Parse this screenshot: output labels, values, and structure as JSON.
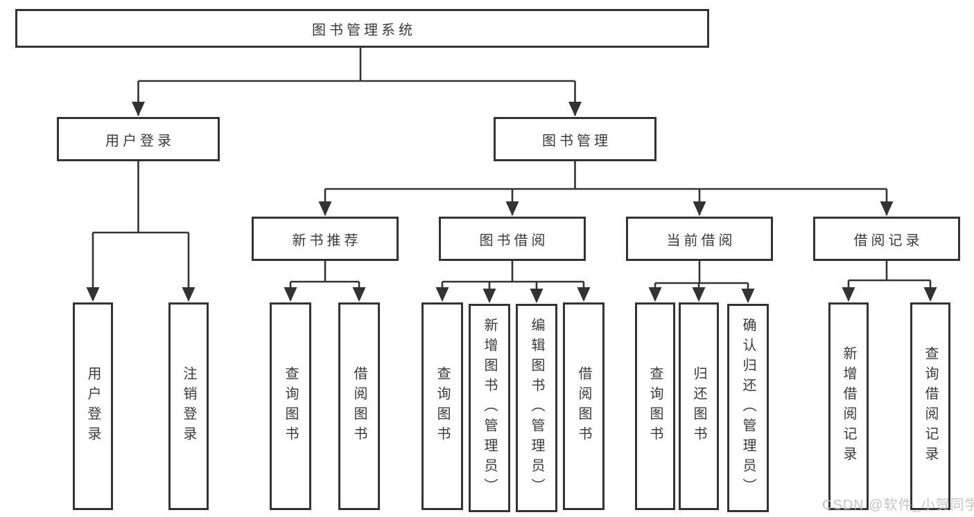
{
  "nodes": {
    "root": "图书管理系统",
    "user_login": "用户登录",
    "book_management": "图书管理",
    "new_book_recommend": "新书推荐",
    "book_borrow": "图书借阅",
    "current_borrow": "当前借阅",
    "borrow_record": "借阅记录",
    "leaves": {
      "user_login": [
        "用户登录",
        "注销登录"
      ],
      "new_book_recommend": [
        "查询图书",
        "借阅图书"
      ],
      "book_borrow": [
        "查询图书",
        "新增图书（管理员）",
        "编辑图书（管理员）",
        "借阅图书"
      ],
      "current_borrow": [
        "查询图书",
        "归还图书",
        "确认归还（管理员）"
      ],
      "borrow_record": [
        "新增借阅记录",
        "查询借阅记录"
      ]
    }
  },
  "watermark": "CSDN @软件_小贺同学",
  "colors": {
    "line": "#333333",
    "border": "#333333",
    "text": "#3a3a3a",
    "background": "#ffffff",
    "watermark": "#bebebe"
  }
}
